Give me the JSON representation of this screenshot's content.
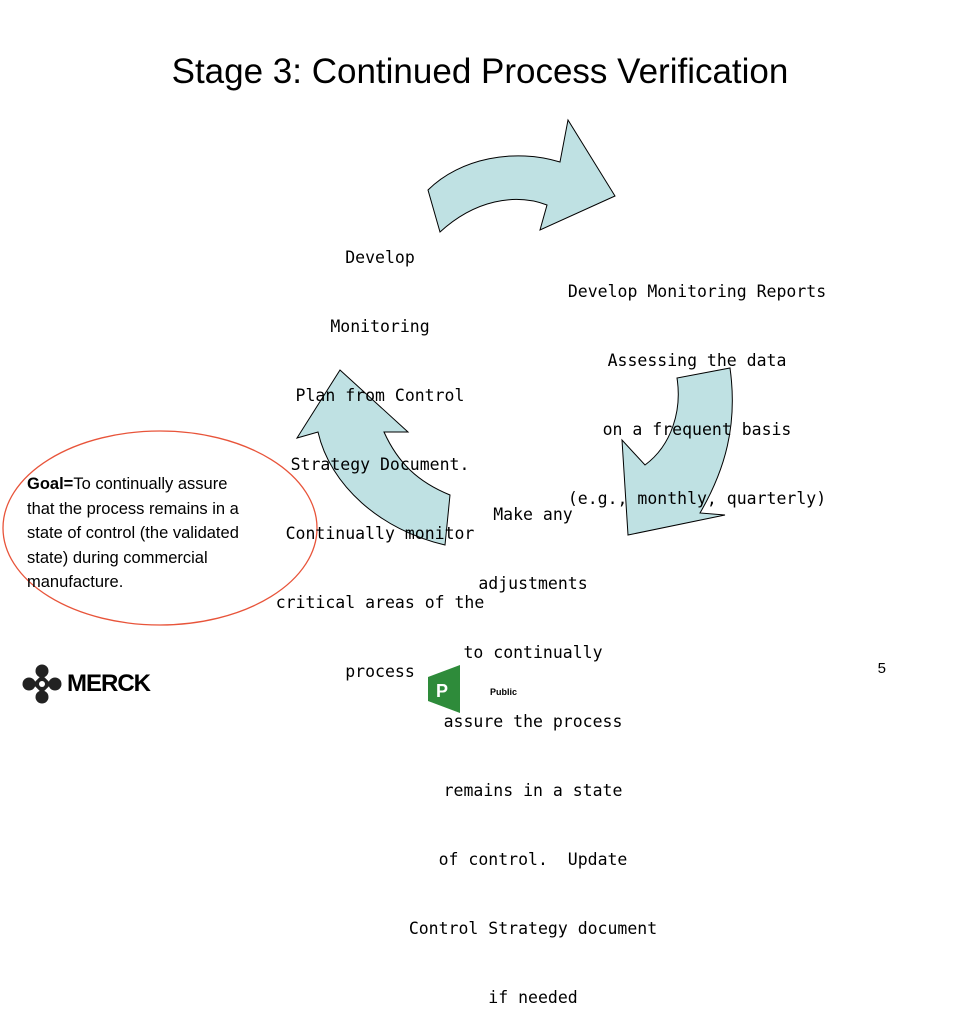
{
  "title": "Stage 3:  Continued Process Verification",
  "steps": [
    {
      "lines": [
        "Develop",
        "Monitoring",
        "Plan from Control",
        "Strategy Document.",
        "Continually monitor",
        "critical areas of the",
        "process"
      ]
    },
    {
      "lines": [
        "Develop Monitoring Reports",
        "Assessing the data",
        "on a frequent basis",
        "(e.g., monthly, quarterly)"
      ]
    },
    {
      "lines": [
        "Make any",
        "adjustments",
        "to continually",
        "assure the process",
        "remains in a state",
        "of control.  Update",
        "Control Strategy document",
        "if needed"
      ]
    }
  ],
  "goal": {
    "label": "Goal=",
    "lines": [
      "To continually assure",
      "that the process remains in a",
      "state of control (the validated",
      "state) during commercial",
      "manufacture."
    ]
  },
  "footer": {
    "logo_text": "MERCK",
    "public_letter": "P",
    "public_text": "Public",
    "page_number": "5"
  },
  "colors": {
    "arrow_fill": "#bfe1e3",
    "arrow_stroke": "#000000",
    "goal_ellipse": "#e8543a",
    "public_green": "#2e8b3a"
  }
}
